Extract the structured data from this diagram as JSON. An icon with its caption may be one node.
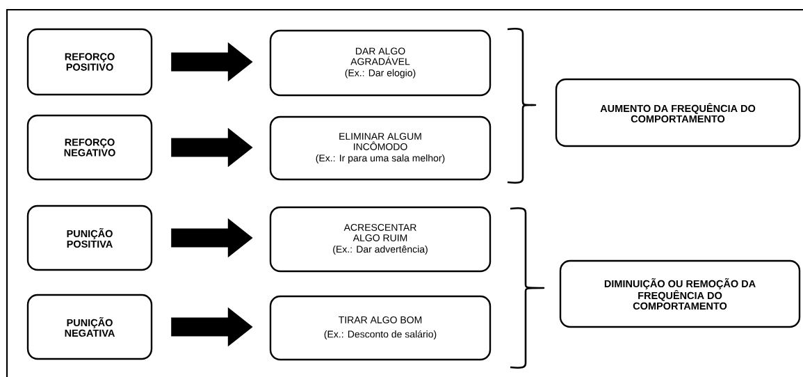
{
  "diagram": {
    "nodes": [
      {
        "text": [
          "REFORÇO POSITIVO"
        ]
      },
      {
        "text": [
          "REFORÇO NEGATIVO"
        ]
      },
      {
        "text": [
          "PUNIÇÃO POSITIVA"
        ]
      },
      {
        "text": [
          "PUNIÇÃO NEGATIVA"
        ]
      },
      {
        "text": [
          "DAR ALGO AGRADÁVEL",
          "(Ex.: Dar elogio)"
        ]
      },
      {
        "text": [
          "ELIMINAR ALGUM INCÔMODO",
          "(Ex.: Ir para uma sala melhor)"
        ]
      },
      {
        "text": [
          "ACRESCENTAR ALGO RUIM",
          "(Ex.: Dar advertência)"
        ]
      },
      {
        "text": [
          "TIRAR ALGO BOM",
          "(Ex.: Desconto de salário)"
        ]
      },
      {
        "text": [
          "AUMENTO DA FREQUÊNCIA DO COMPORTAMENTO"
        ]
      },
      {
        "text": [
          "DIMINUIÇÃO OU REMOÇÃO DA FREQUÊNCIA DO COMPORTAMENTO"
        ]
      }
    ],
    "edges": [
      {
        "from": 0,
        "to": 4,
        "arrow": "to"
      },
      {
        "from": 1,
        "to": 5,
        "arrow": "to"
      },
      {
        "from": 2,
        "to": 6,
        "arrow": "to"
      },
      {
        "from": 3,
        "to": 7,
        "arrow": "to"
      }
    ]
  }
}
